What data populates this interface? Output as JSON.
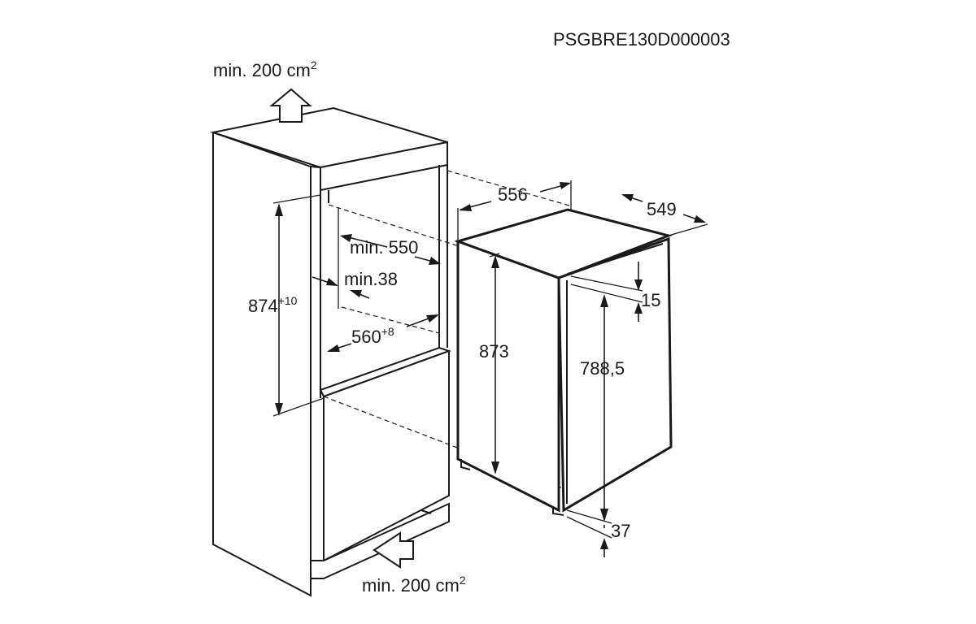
{
  "diagram": {
    "code": "PSGBRE130D000003",
    "vent_top": {
      "value": "min. 200 cm",
      "unit_sup": "2"
    },
    "vent_bottom": {
      "value": "min. 200 cm",
      "unit_sup": "2"
    },
    "niche": {
      "height": {
        "value": "874",
        "tolerance": "+10"
      },
      "width": {
        "value": "560",
        "tolerance": "+8"
      },
      "depth_min": "min. 550",
      "side_min": "min.38"
    },
    "appliance": {
      "width": "556",
      "depth": "549",
      "height": "873",
      "door_height": "788,5",
      "top_offset": "15",
      "bottom_offset": "37"
    }
  }
}
